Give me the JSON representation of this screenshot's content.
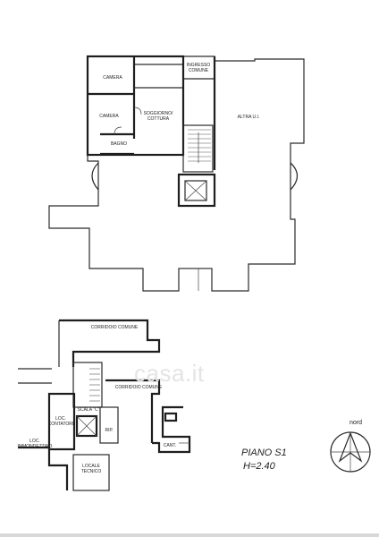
{
  "upper_plan": {
    "rooms": {
      "ingresso": "INGRESSO\nCOMUNE",
      "camera1": "CAMERA",
      "camera2": "CAMERA",
      "soggiorno": "SOGGIORNO/\nCOTTURA",
      "bagno": "BAGNO",
      "altra": "ALTRA U.I."
    }
  },
  "lower_plan": {
    "rooms": {
      "corridoio1": "CORRIDOIO COMUNE",
      "corridoio2": "CORRIDOIO COMUNE",
      "scala": "SCALA \"C\"",
      "contatori": "LOC.\nCONTATORI",
      "rip": "RIP.",
      "cant": "CANT.",
      "immondezzaio": "LOC.\nIMMONDEZZAIO",
      "tecnico": "LOCALE\nTECNICO"
    }
  },
  "floor": {
    "name": "PIANO S1",
    "height": "H=2.40"
  },
  "compass": {
    "label": "nord"
  },
  "watermark": "casa.it"
}
